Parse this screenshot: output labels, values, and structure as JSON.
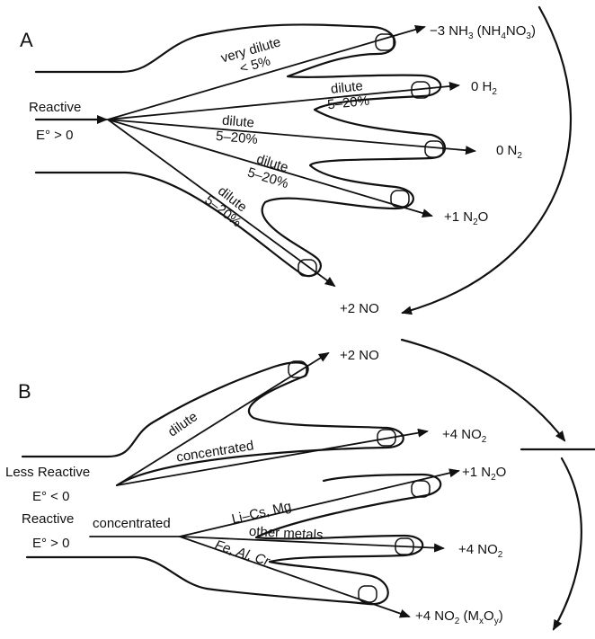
{
  "panel_a": {
    "label": "A",
    "inlet": {
      "name": "Reactive",
      "condition": "E° > 0"
    },
    "branches": [
      {
        "line1": "very dilute",
        "line2": "< 5%",
        "product": {
          "ox": "−3 NH",
          "sub1": "3",
          "mid": " (NH",
          "sub2": "4",
          "mid2": "NO",
          "sub3": "3",
          "end": ")"
        }
      },
      {
        "line1": "dilute",
        "line2": "5–20%",
        "product": {
          "ox": "0 H",
          "sub": "2"
        }
      },
      {
        "line1": "dilute",
        "line2": "5–20%",
        "product": {
          "ox": "0 N",
          "sub": "2"
        }
      },
      {
        "line1": "dilute",
        "line2": "5–20%",
        "product": {
          "ox": "+1 N",
          "sub": "2",
          "end": "O"
        }
      },
      {
        "line1": "dilute",
        "line2": "5–20%",
        "product": {
          "ox": "+2 NO"
        }
      }
    ]
  },
  "panel_b": {
    "label": "B",
    "less_reactive": {
      "name": "Less Reactive",
      "condition": "E° < 0"
    },
    "reactive": {
      "name": "Reactive",
      "condition": "E° > 0"
    },
    "upper_branches": [
      {
        "label": "dilute",
        "product": {
          "ox": "+2 NO"
        }
      },
      {
        "label": "concentrated",
        "product": {
          "ox": "+4 NO",
          "sub": "2"
        }
      }
    ],
    "lower_stem_label": "concentrated",
    "lower_branches": [
      {
        "label": "Li–Cs, Mg",
        "product": {
          "ox": "+1 N",
          "sub": "2",
          "end": "O"
        }
      },
      {
        "label": "other metals",
        "product": {
          "ox": "+4 NO",
          "sub": "2"
        }
      },
      {
        "label": "Fe, Al, Cr",
        "product": {
          "ox": "+4 NO",
          "sub": "2",
          "mid": " (M",
          "sub2": "x",
          "mid2": "O",
          "sub3": "y",
          "end": ")"
        }
      }
    ]
  }
}
